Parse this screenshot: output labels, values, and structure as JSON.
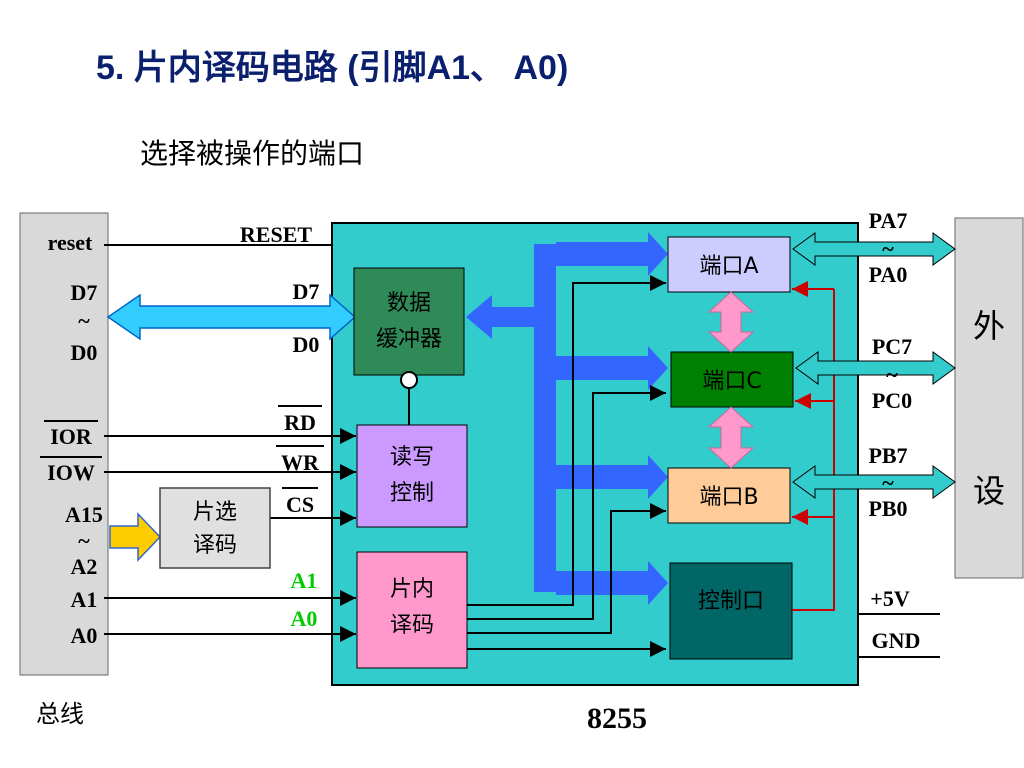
{
  "title": "5. 片内译码电路 (引脚A1、 A0)",
  "subtitle": "选择被操作的端口",
  "bus": {
    "reset": "reset",
    "d7": "D7",
    "tilde": "~",
    "d0": "D0",
    "ior": "IOR",
    "iow": "IOW",
    "a15": "A15",
    "a2": "A2",
    "a1": "A1",
    "a0": "A0",
    "caption": "总线"
  },
  "chip_select_decoder": {
    "line1": "片选",
    "line2": "译码"
  },
  "chip": {
    "name": "8255",
    "pins_left": {
      "reset": "RESET",
      "d7": "D7",
      "d0": "D0",
      "rd": "RD",
      "wr": "WR",
      "cs": "CS",
      "a1": "A1",
      "a0": "A0"
    },
    "data_buffer": {
      "line1": "数据",
      "line2": "缓冲器"
    },
    "rw_control": {
      "line1": "读写",
      "line2": "控制"
    },
    "internal_decoder": {
      "line1": "片内",
      "line2": "译码"
    },
    "port_a": "端口A",
    "port_c": "端口C",
    "port_b": "端口B",
    "control_port": "控制口",
    "pins_right": {
      "pa7": "PA7",
      "pa0": "PA0",
      "pc7": "PC7",
      "pc0": "PC0",
      "pb7": "PB7",
      "pb0": "PB0",
      "vcc": "+5V",
      "gnd": "GND",
      "tilde": "~"
    }
  },
  "peripheral": {
    "line1": "外",
    "line2": "设"
  },
  "colors": {
    "title": "#0a1f6e",
    "chip_body": "#33cccc",
    "bus_panel": "#d9d9d9",
    "data_buffer": "#2e8b57",
    "rw_control": "#cc99ff",
    "internal_decoder": "#ff99cc",
    "port_a": "#ccccff",
    "port_c": "#008000",
    "port_b": "#ffcc99",
    "control_port": "#006666",
    "internal_bus": "#3366ff",
    "pin_a1_a0": "#00cc00",
    "feedback": "#cc0000"
  }
}
